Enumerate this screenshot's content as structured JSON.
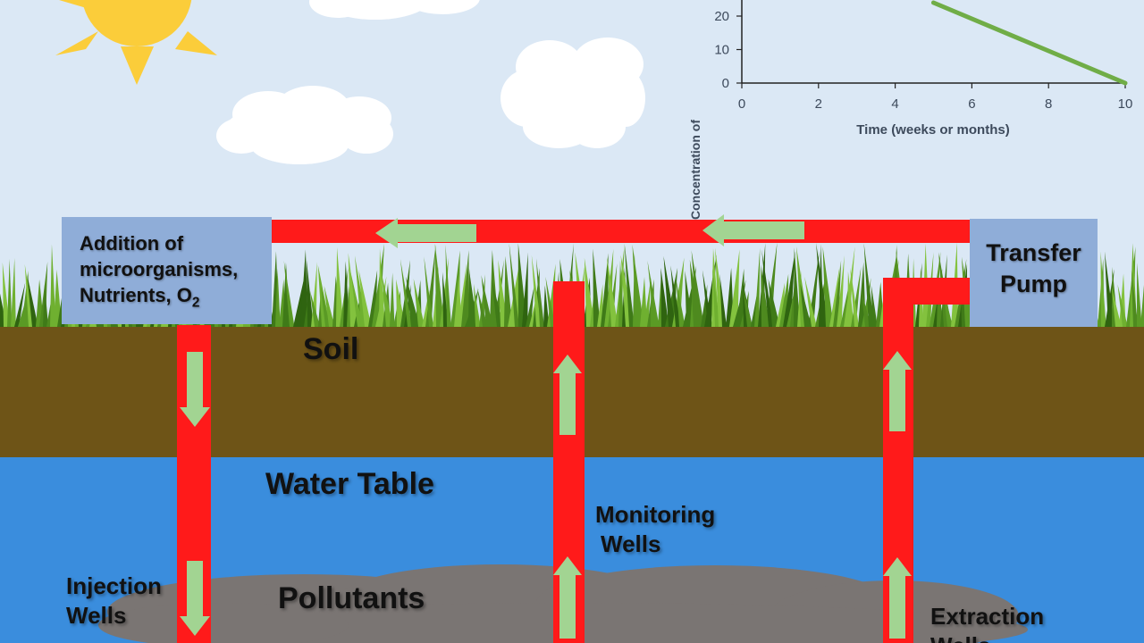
{
  "colors": {
    "sky": "#dbe8f5",
    "sun": "#fbcd3a",
    "cloud": "#ffffff",
    "grass": "#4e8a1f",
    "soil": "#6e5417",
    "water": "#3a8ddd",
    "pollutant": "#7a7573",
    "pipe": "#ff1a1a",
    "arrow": "#a2d492",
    "box": "#8fadd8",
    "chart_line": "#70ad47",
    "axis": "#222222"
  },
  "labels": {
    "addition_line1": "Addition of",
    "addition_line2": "microorganisms,",
    "addition_line3_prefix": "Nutrients, O",
    "addition_line3_sub": "2",
    "transfer_line1": "Transfer",
    "transfer_line2": "Pump",
    "soil": "Soil",
    "water_table": "Water Table",
    "pollutants": "Pollutants",
    "injection_line1": "Injection",
    "injection_line2": "Wells",
    "monitoring_line1": "Monitoring",
    "monitoring_line2": "Wells",
    "extraction_line1": "Extraction",
    "extraction_line2": "Wells"
  },
  "chart_data": {
    "type": "line",
    "xlabel": "Time (weeks or months)",
    "ylabel": "Concentration of",
    "x_ticks": [
      "0",
      "2",
      "4",
      "6",
      "8",
      "10"
    ],
    "y_ticks": [
      "0",
      "10",
      "20"
    ],
    "xlim": [
      0,
      10
    ],
    "series": [
      {
        "x": [
          5,
          10
        ],
        "y": [
          24,
          0
        ]
      }
    ]
  }
}
